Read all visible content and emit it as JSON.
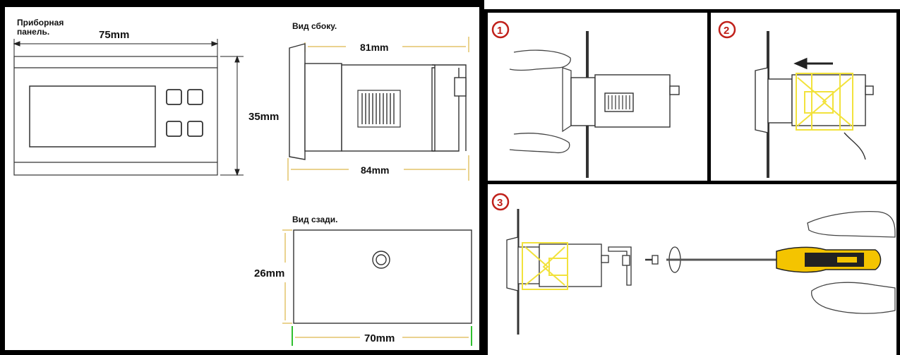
{
  "front": {
    "label_line1": "Приборная",
    "label_line2": "панель.",
    "width": "75mm",
    "height": "35mm"
  },
  "side": {
    "label": "Вид сбоку.",
    "depth_top": "81mm",
    "depth_bottom": "84mm"
  },
  "rear": {
    "label": "Вид сзади.",
    "height": "26mm",
    "width": "70mm"
  },
  "steps": [
    "1",
    "2",
    "3"
  ],
  "colors": {
    "dimension_line": "#e3c46a",
    "bracket": "#f2e23c",
    "step_badge": "#c0201a",
    "tick_green": "#2fbf2f",
    "screwdriver_handle": "#f4c400"
  }
}
